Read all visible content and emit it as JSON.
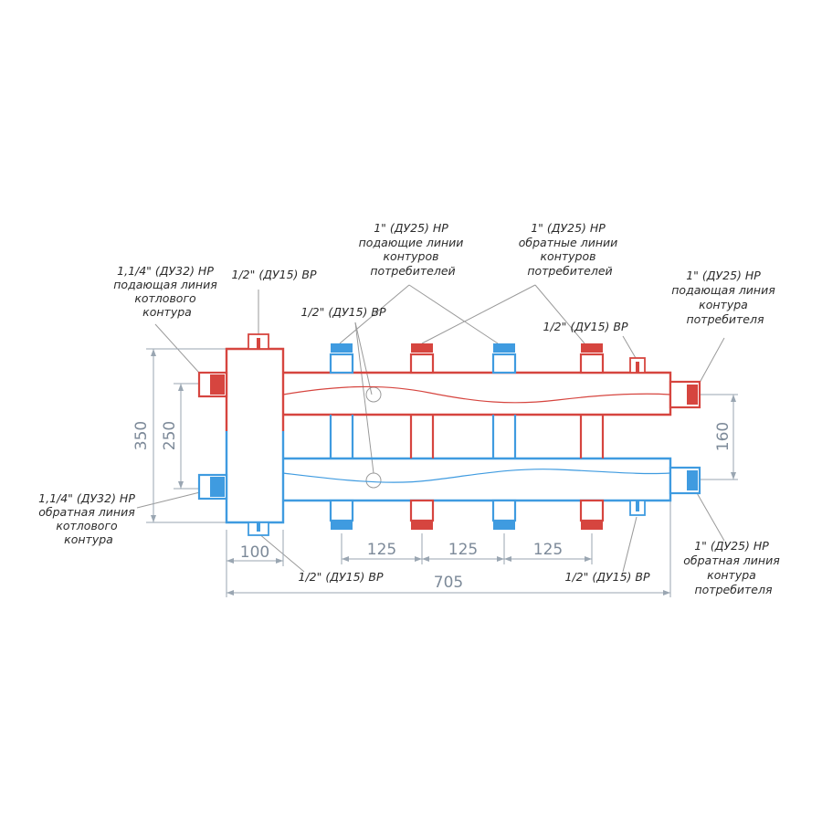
{
  "colors": {
    "supply": "#d6453f",
    "return": "#3f9be0",
    "leader": "#9a9a9a",
    "dimension": "#9aa6b2"
  },
  "labels": {
    "boiler_supply": [
      "1,1/4\" (ДУ32) НР",
      "подающая линия",
      "котлового",
      "контура"
    ],
    "boiler_return": [
      "1,1/4\" (ДУ32) НР",
      "обратная линия",
      "котлового",
      "контура"
    ],
    "port_top_left": "1/2\" (ДУ15) ВР",
    "port_middle": "1/2\" (ДУ15) ВР",
    "port_top_right": "1/2\" (ДУ15) ВР",
    "port_bottom_left": "1/2\" (ДУ15) ВР",
    "port_bottom_right": "1/2\" (ДУ15) ВР",
    "consumer_supply_lines": [
      "1\" (ДУ25) НР",
      "подающие линии",
      "контуров",
      "потребителей"
    ],
    "consumer_return_lines": [
      "1\" (ДУ25) НР",
      "обратные линии",
      "контуров",
      "потребителей"
    ],
    "consumer_supply": [
      "1\" (ДУ25) НР",
      "подающая линия",
      "контура",
      "потребителя"
    ],
    "consumer_return": [
      "1\" (ДУ25) НР",
      "обратная линия",
      "контура",
      "потребителя"
    ]
  },
  "dimensions": {
    "height_total": "350",
    "height_inner": "250",
    "height_right": "160",
    "width_separator": "100",
    "pitch_1": "125",
    "pitch_2": "125",
    "pitch_3": "125",
    "length_total": "705"
  }
}
